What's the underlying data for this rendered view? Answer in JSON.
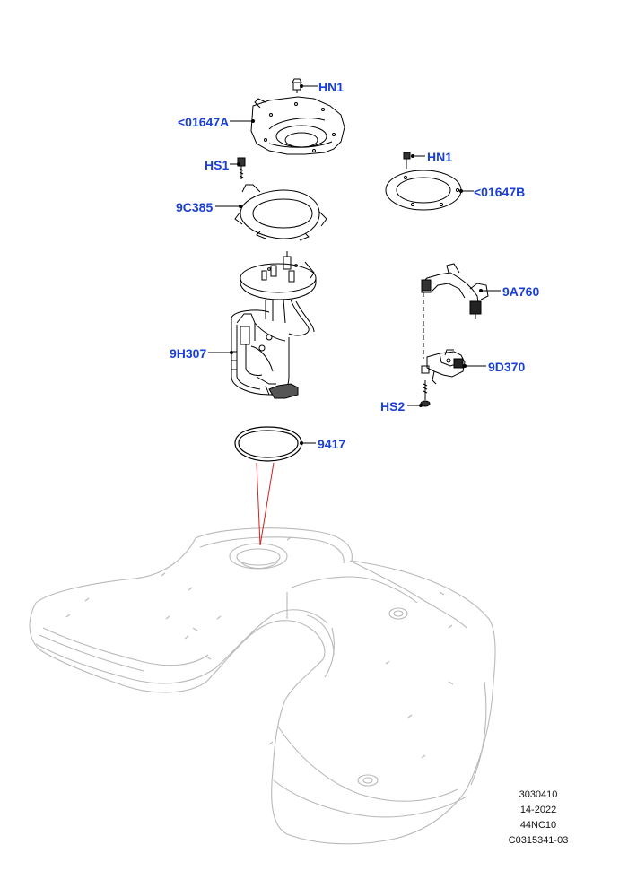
{
  "callouts": {
    "hn1_top": "HN1",
    "part_01647a": "<01647A",
    "hs1": "HS1",
    "part_9c385": "9C385",
    "hn1_right": "HN1",
    "part_01647b": "<01647B",
    "part_9a760": "9A760",
    "part_9h307": "9H307",
    "part_9d370": "9D370",
    "hs2": "HS2",
    "part_9417": "9417"
  },
  "reference": {
    "line1": "3030410",
    "line2": "14-2022",
    "line3": "44NC10",
    "line4": "C0315341-03"
  },
  "colors": {
    "callout": "#1a3fd6",
    "line": "#000000",
    "red_line": "#d22020",
    "tank_line": "#b9b9b9"
  }
}
